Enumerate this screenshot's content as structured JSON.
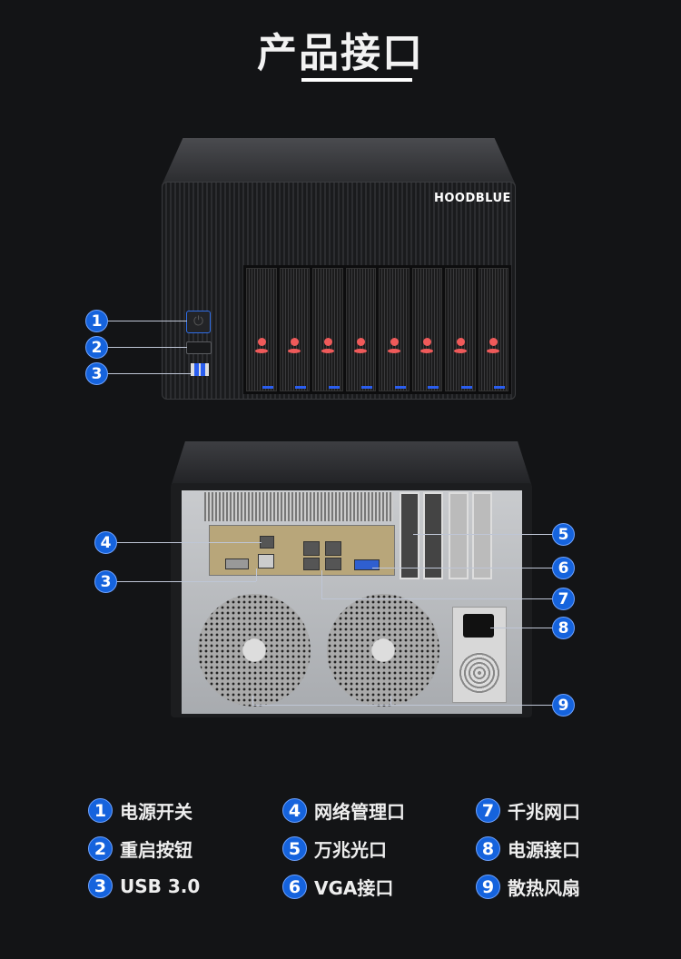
{
  "title": "产品接口",
  "brand": "HOODBLUE",
  "power_glyph": "⏻",
  "front_callouts": [
    "1",
    "2",
    "3"
  ],
  "back_callouts": [
    "4",
    "3",
    "5",
    "6",
    "7",
    "8",
    "9"
  ],
  "legend": [
    {
      "num": "1",
      "label": "电源开关"
    },
    {
      "num": "2",
      "label": "重启按钮"
    },
    {
      "num": "3",
      "label": "USB 3.0"
    },
    {
      "num": "4",
      "label": "网络管理口"
    },
    {
      "num": "5",
      "label": "万兆光口"
    },
    {
      "num": "6",
      "label": "VGA接口"
    },
    {
      "num": "7",
      "label": "千兆网口"
    },
    {
      "num": "8",
      "label": "电源接口"
    },
    {
      "num": "9",
      "label": "散热风扇"
    }
  ],
  "colors": {
    "accent": "#1563dd",
    "background": "#131416",
    "bay_indicator": "#ef5a5a"
  }
}
